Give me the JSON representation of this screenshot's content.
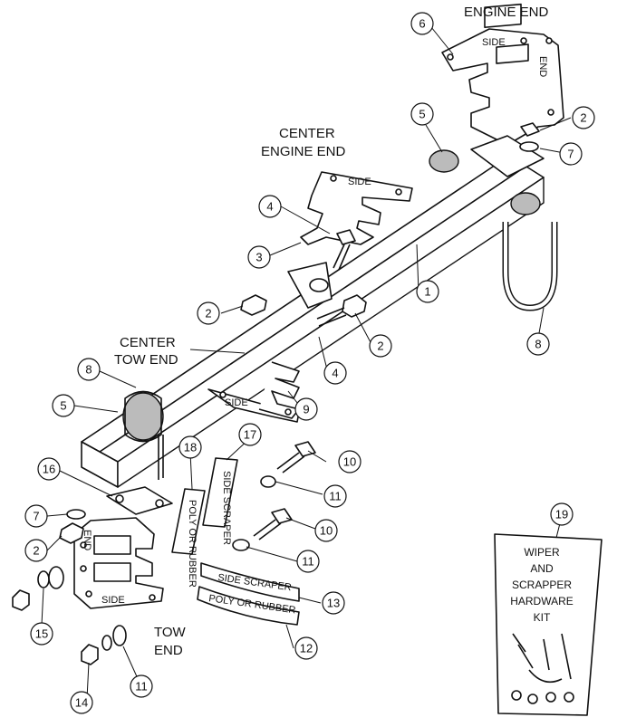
{
  "labels": {
    "engine_end": "ENGINE END",
    "center_engine_end_1": "CENTER",
    "center_engine_end_2": "ENGINE END",
    "center_tow_end_1": "CENTER",
    "center_tow_end_2": "TOW END",
    "tow_end_1": "TOW",
    "tow_end_2": "END"
  },
  "part_text": {
    "side": "SIDE",
    "end": "END",
    "side_scraper": "SIDE SCRAPER",
    "poly_or_rubber": "POLY OR RUBBER"
  },
  "kit": {
    "line1": "WIPER",
    "line2": "AND",
    "line3": "SCRAPPER",
    "line4": "HARDWARE",
    "line5": "KIT"
  },
  "callouts": {
    "c1": "1",
    "c2a": "2",
    "c2b": "2",
    "c2c": "2",
    "c2d": "2",
    "c3": "3",
    "c4a": "4",
    "c4b": "4",
    "c5a": "5",
    "c5b": "5",
    "c6": "6",
    "c7a": "7",
    "c7b": "7",
    "c8a": "8",
    "c8b": "8",
    "c9": "9",
    "c10a": "10",
    "c10b": "10",
    "c11a": "11",
    "c11b": "11",
    "c11c": "11",
    "c12": "12",
    "c13": "13",
    "c14": "14",
    "c15": "15",
    "c16": "16",
    "c17": "17",
    "c18": "18",
    "c19": "19"
  }
}
